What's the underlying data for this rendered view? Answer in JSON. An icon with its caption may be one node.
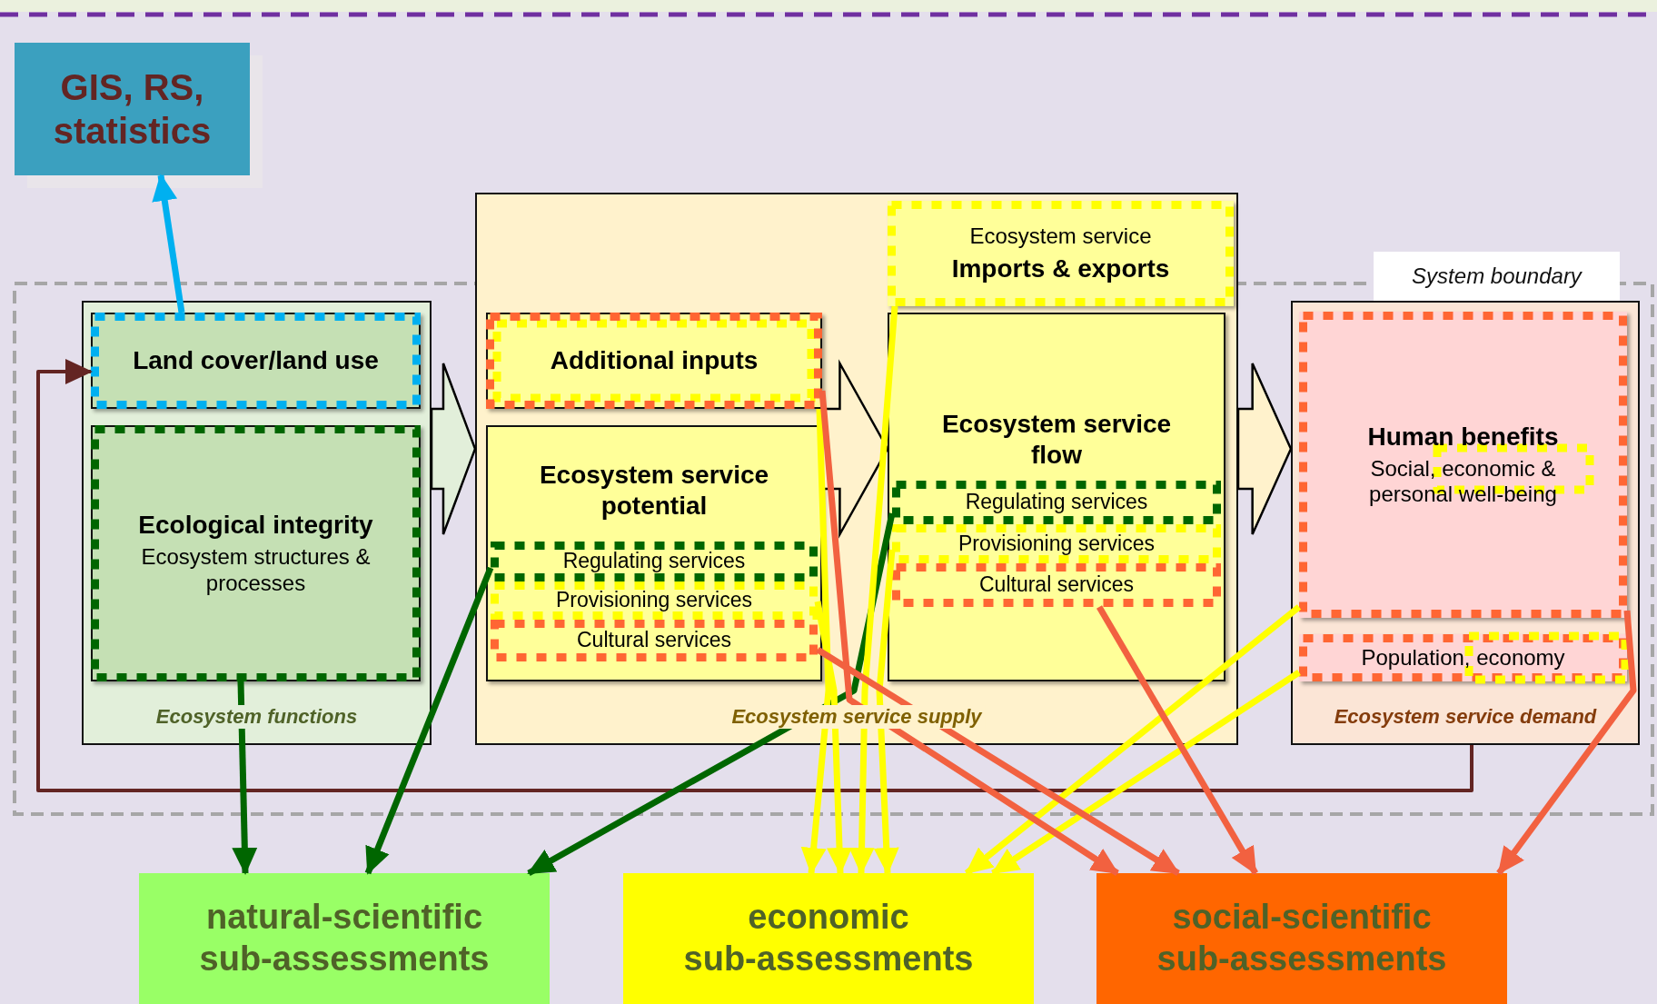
{
  "diagram": {
    "nodes": [
      {
        "text": [
          "GIS, RS, statistics"
        ]
      },
      {
        "text": [
          "Ecosystem functions"
        ]
      },
      {
        "text": [
          "Land cover/land use"
        ],
        "in": 1
      },
      {
        "text": [
          "Ecological integrity",
          "Ecosystem structures & processes"
        ],
        "in": 1
      },
      {
        "text": [
          "Ecosystem service supply"
        ]
      },
      {
        "text": [
          "Ecosystem service",
          "Imports & exports"
        ],
        "in": 4
      },
      {
        "text": [
          "Additional inputs"
        ],
        "in": 4
      },
      {
        "text": [
          "Ecosystem service potential"
        ],
        "in": 4
      },
      {
        "text": [
          "Regulating services"
        ],
        "in": 7
      },
      {
        "text": [
          "Provisioning services"
        ],
        "in": 7
      },
      {
        "text": [
          "Cultural services"
        ],
        "in": 7
      },
      {
        "text": [
          "Ecosystem service flow"
        ],
        "in": 4
      },
      {
        "text": [
          "Regulating services"
        ],
        "in": 11
      },
      {
        "text": [
          "Provisioning services"
        ],
        "in": 11
      },
      {
        "text": [
          "Cultural services"
        ],
        "in": 11
      },
      {
        "text": [
          "Ecosystem service demand"
        ]
      },
      {
        "text": [
          "Human benefits",
          "Social, economic & personal well-being"
        ],
        "in": 15
      },
      {
        "text": [
          "Population, economy"
        ],
        "in": 15
      },
      {
        "text": [
          "natural-scientific sub-assessments"
        ]
      },
      {
        "text": [
          "economic sub-assessments"
        ]
      },
      {
        "text": [
          "social-scientific sub-assessments"
        ]
      }
    ],
    "edges": [
      {
        "from": 1,
        "to": 4,
        "arrow": "to",
        "style": "thick",
        "color": "#000000"
      },
      {
        "from": 7,
        "to": 11,
        "arrow": "to",
        "style": "thick",
        "color": "#000000"
      },
      {
        "from": 4,
        "to": 15,
        "arrow": "to",
        "style": "thick",
        "color": "#000000"
      },
      {
        "from": 2,
        "to": 0,
        "arrow": "to",
        "color": "#00b0f0"
      },
      {
        "from": 15,
        "to": 2,
        "arrow": "to",
        "color": "#632523"
      },
      {
        "from": 3,
        "to": 18,
        "arrow": "to",
        "color": "#006600"
      },
      {
        "from": 8,
        "to": 18,
        "arrow": "to",
        "color": "#006600"
      },
      {
        "from": 12,
        "to": 18,
        "arrow": "to",
        "color": "#006600"
      },
      {
        "from": 6,
        "to": 19,
        "arrow": "to",
        "color": "#ffff00"
      },
      {
        "from": 9,
        "to": 19,
        "arrow": "to",
        "color": "#ffff00"
      },
      {
        "from": 5,
        "to": 19,
        "arrow": "to",
        "color": "#ffff00"
      },
      {
        "from": 13,
        "to": 19,
        "arrow": "to",
        "color": "#ffff00"
      },
      {
        "from": 16,
        "to": 19,
        "arrow": "to",
        "color": "#ffff00"
      },
      {
        "from": 17,
        "to": 19,
        "arrow": "to",
        "color": "#ffff00"
      },
      {
        "from": 6,
        "to": 20,
        "arrow": "to",
        "color": "#f26140"
      },
      {
        "from": 10,
        "to": 20,
        "arrow": "to",
        "color": "#f26140"
      },
      {
        "from": 14,
        "to": 20,
        "arrow": "to",
        "color": "#f26140"
      },
      {
        "from": 16,
        "to": 20,
        "arrow": "to",
        "color": "#f26140"
      }
    ],
    "labels": [
      "System boundary"
    ]
  }
}
